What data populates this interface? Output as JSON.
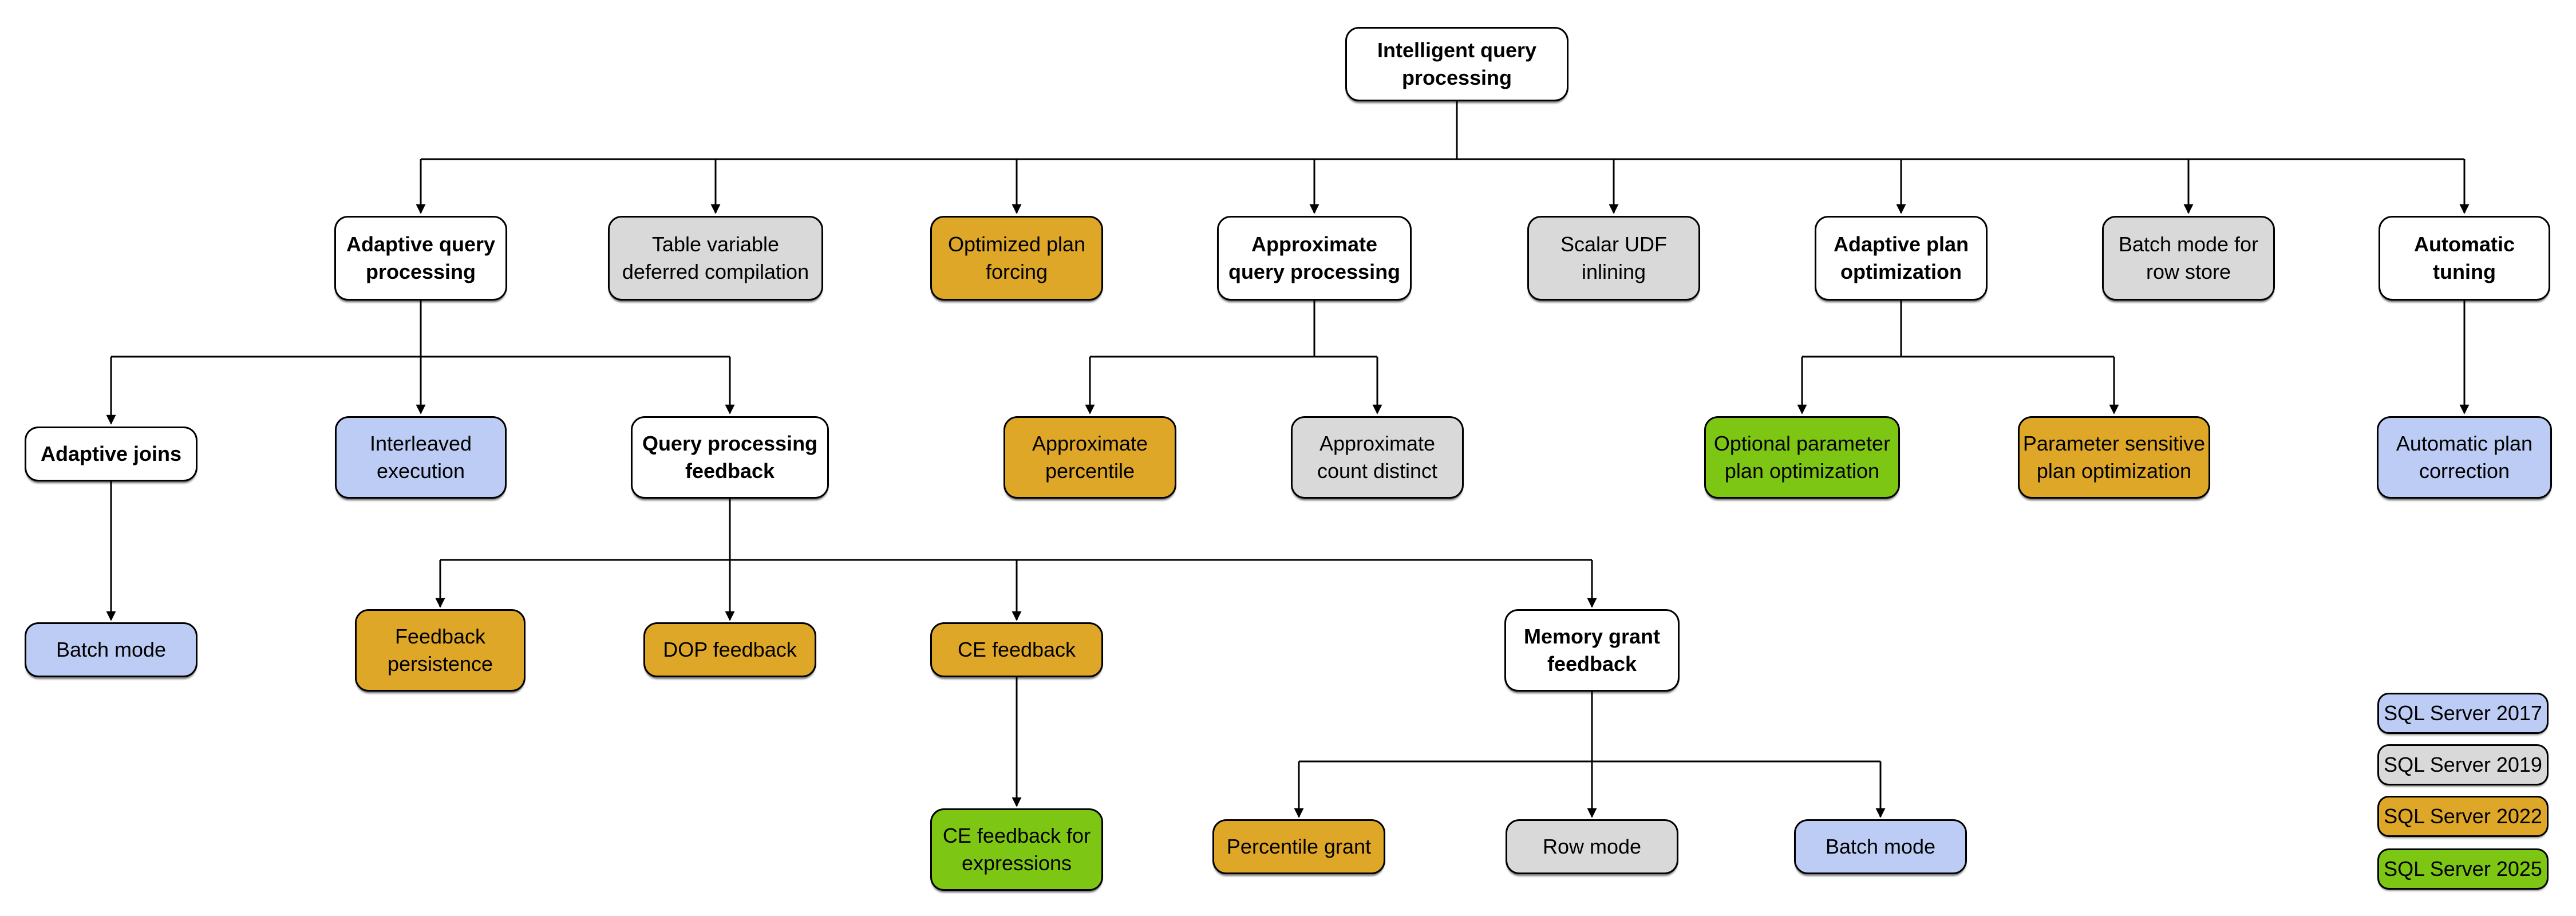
{
  "diagram": {
    "colors": {
      "category": "#FFFFFF",
      "sql2017": "#BCCCF4",
      "sql2019": "#D9D9D9",
      "sql2022": "#DFA727",
      "sql2025": "#7DC614",
      "line": "#000000",
      "background": "#FFFFFF"
    },
    "nodes": [
      {
        "id": "intelligent-query-processing",
        "label": "Intelligent query\nprocessing",
        "parent": null,
        "version": null
      },
      {
        "id": "adaptive-query-processing",
        "label": "Adaptive query\nprocessing",
        "parent": "intelligent-query-processing",
        "version": null
      },
      {
        "id": "table-variable-deferred-compilation",
        "label": "Table variable\ndeferred compilation",
        "parent": "intelligent-query-processing",
        "version": "SQL Server 2019"
      },
      {
        "id": "optimized-plan-forcing",
        "label": "Optimized plan\nforcing",
        "parent": "intelligent-query-processing",
        "version": "SQL Server 2022"
      },
      {
        "id": "approximate-query-processing",
        "label": "Approximate\nquery processing",
        "parent": "intelligent-query-processing",
        "version": null
      },
      {
        "id": "scalar-udf-inlining",
        "label": "Scalar UDF\ninlining",
        "parent": "intelligent-query-processing",
        "version": "SQL Server 2019"
      },
      {
        "id": "adaptive-plan-optimization",
        "label": "Adaptive plan\noptimization",
        "parent": "intelligent-query-processing",
        "version": null
      },
      {
        "id": "batch-mode-for-row-store",
        "label": "Batch mode for\nrow store",
        "parent": "intelligent-query-processing",
        "version": "SQL Server 2019"
      },
      {
        "id": "automatic-tuning",
        "label": "Automatic\ntuning",
        "parent": "intelligent-query-processing",
        "version": null
      },
      {
        "id": "adaptive-joins",
        "label": "Adaptive joins",
        "parent": "adaptive-query-processing",
        "version": null
      },
      {
        "id": "interleaved-execution",
        "label": "Interleaved\nexecution",
        "parent": "adaptive-query-processing",
        "version": "SQL Server 2017"
      },
      {
        "id": "query-processing-feedback",
        "label": "Query processing\nfeedback",
        "parent": "adaptive-query-processing",
        "version": null
      },
      {
        "id": "approximate-percentile",
        "label": "Approximate\npercentile",
        "parent": "approximate-query-processing",
        "version": "SQL Server 2022"
      },
      {
        "id": "approximate-count-distinct",
        "label": "Approximate\ncount distinct",
        "parent": "approximate-query-processing",
        "version": "SQL Server 2019"
      },
      {
        "id": "optional-parameter-plan-optimization",
        "label": "Optional parameter\nplan optimization",
        "parent": "adaptive-plan-optimization",
        "version": "SQL Server 2025"
      },
      {
        "id": "parameter-sensitive-plan-optimization",
        "label": "Parameter sensitive\nplan optimization",
        "parent": "adaptive-plan-optimization",
        "version": "SQL Server 2022"
      },
      {
        "id": "automatic-plan-correction",
        "label": "Automatic plan\ncorrection",
        "parent": "automatic-tuning",
        "version": "SQL Server 2017"
      },
      {
        "id": "batch-mode",
        "label": "Batch mode",
        "parent": "adaptive-joins",
        "version": "SQL Server 2017"
      },
      {
        "id": "feedback-persistence",
        "label": "Feedback\npersistence",
        "parent": "query-processing-feedback",
        "version": "SQL Server 2022"
      },
      {
        "id": "dop-feedback",
        "label": "DOP feedback",
        "parent": "query-processing-feedback",
        "version": "SQL Server 2022"
      },
      {
        "id": "ce-feedback",
        "label": "CE feedback",
        "parent": "query-processing-feedback",
        "version": "SQL Server 2022"
      },
      {
        "id": "memory-grant-feedback",
        "label": "Memory grant\nfeedback",
        "parent": "query-processing-feedback",
        "version": null
      },
      {
        "id": "ce-feedback-for-expressions",
        "label": "CE feedback for\nexpressions",
        "parent": "ce-feedback",
        "version": "SQL Server 2025"
      },
      {
        "id": "percentile-grant",
        "label": "Percentile grant",
        "parent": "memory-grant-feedback",
        "version": "SQL Server 2022"
      },
      {
        "id": "row-mode",
        "label": "Row mode",
        "parent": "memory-grant-feedback",
        "version": "SQL Server 2019"
      },
      {
        "id": "batch-mode-grant",
        "label": "Batch mode",
        "parent": "memory-grant-feedback",
        "version": "SQL Server 2017"
      }
    ],
    "legend": [
      {
        "label": "SQL Server 2017",
        "color_key": "sql2017"
      },
      {
        "label": "SQL Server 2019",
        "color_key": "sql2019"
      },
      {
        "label": "SQL Server 2022",
        "color_key": "sql2022"
      },
      {
        "label": "SQL Server 2025",
        "color_key": "sql2025"
      }
    ]
  }
}
